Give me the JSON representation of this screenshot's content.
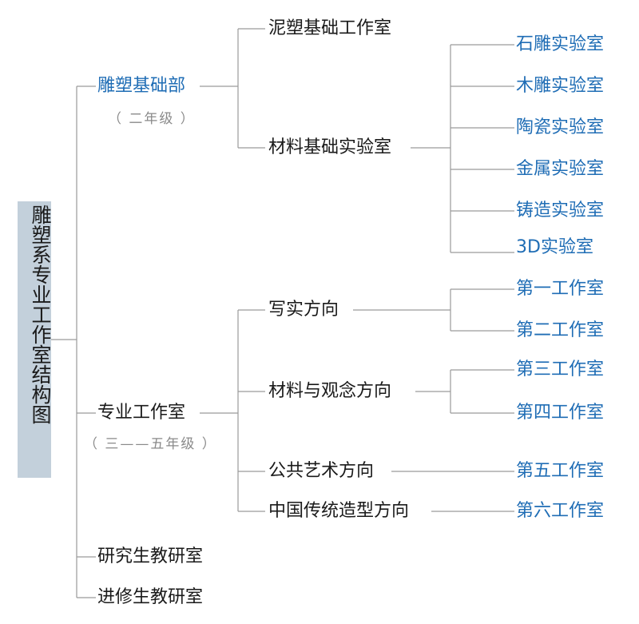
{
  "root": {
    "label": "雕塑系专业工作室结构图"
  },
  "departments": [
    {
      "key": "sculpture_basics",
      "label": "雕塑基础部",
      "note": "（ 二年级 ）"
    },
    {
      "key": "professional_studios",
      "label": "专业工作室",
      "note": "（ 三——五年级 ）"
    },
    {
      "key": "grad_office",
      "label": "研究生教研室"
    },
    {
      "key": "training_office",
      "label": "进修生教研室"
    }
  ],
  "level2": {
    "clay_studio": "泥塑基础工作室",
    "material_lab": "材料基础实验室",
    "realism": "写实方向",
    "material_concept": "材料与观念方向",
    "public_art": "公共艺术方向",
    "traditional": "中国传统造型方向"
  },
  "labs": [
    "石雕实验室",
    "木雕实验室",
    "陶瓷实验室",
    "金属实验室",
    "铸造实验室",
    "3D实验室"
  ],
  "studios": [
    "第一工作室",
    "第二工作室",
    "第三工作室",
    "第四工作室",
    "第五工作室",
    "第六工作室"
  ],
  "colors": {
    "black": "#1a1a1a",
    "blue": "#1f6db5",
    "line": "#9a9a9a",
    "root_bg": "#c3d0db"
  }
}
